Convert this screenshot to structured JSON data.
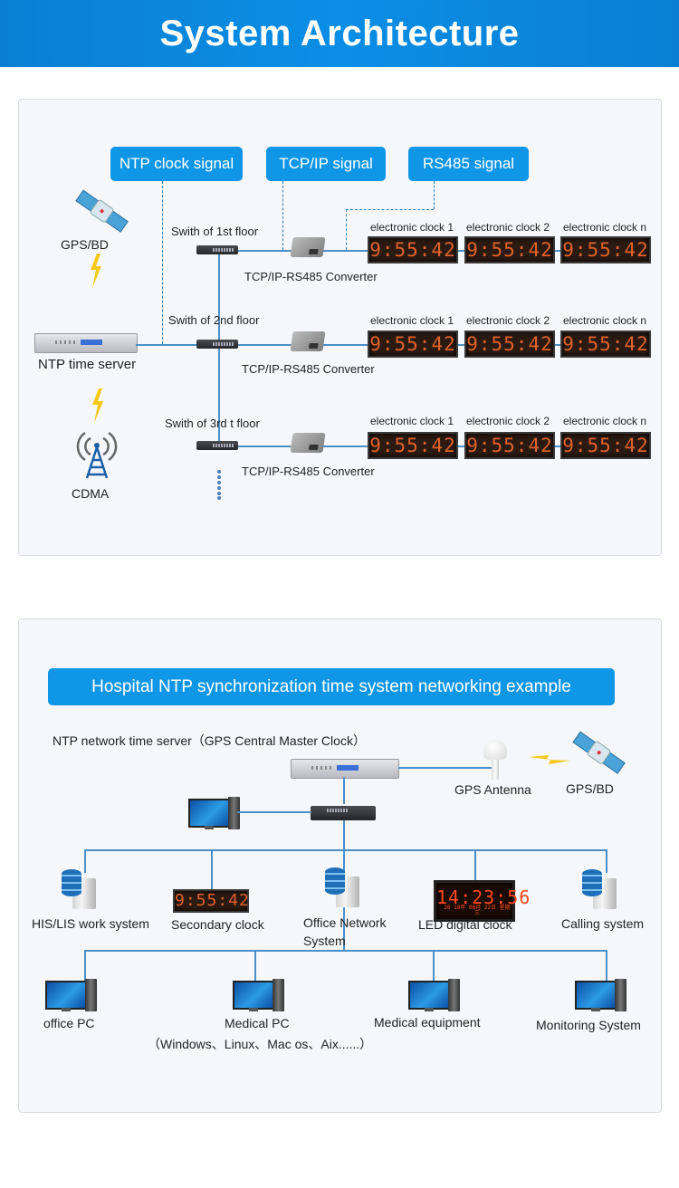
{
  "header": {
    "title": "System Architecture"
  },
  "architecture": {
    "signal_tags": [
      "NTP clock signal",
      "TCP/IP signal",
      "RS485 signal"
    ],
    "satellite_label": "GPS/BD",
    "server_label": "NTP time server",
    "cdma_label": "CDMA",
    "floors": [
      {
        "switch_label": "Swith of 1st floor",
        "converter_label": "TCP/IP-RS485 Converter",
        "clocks": [
          {
            "label": "electronic clock 1",
            "time": "9:55:42"
          },
          {
            "label": "electronic clock 2",
            "time": "9:55:42"
          },
          {
            "label": "electronic clock n",
            "time": "9:55:42"
          }
        ]
      },
      {
        "switch_label": "Swith of 2nd floor",
        "converter_label": "TCP/IP-RS485 Converter",
        "clocks": [
          {
            "label": "electronic clock 1",
            "time": "9:55:42"
          },
          {
            "label": "electronic clock 2",
            "time": "9:55:42"
          },
          {
            "label": "electronic clock n",
            "time": "9:55:42"
          }
        ]
      },
      {
        "switch_label": "Swith of 3rd  t floor",
        "converter_label": "TCP/IP-RS485 Converter",
        "clocks": [
          {
            "label": "electronic clock 1",
            "time": "9:55:42"
          },
          {
            "label": "electronic clock 2",
            "time": "9:55:42"
          },
          {
            "label": "electronic clock n",
            "time": "9:55:42"
          }
        ]
      }
    ]
  },
  "hospital": {
    "title": "Hospital NTP synchronization time system networking example",
    "server_label": "NTP network time server（GPS Central Master Clock）",
    "antenna_label": "GPS Antenna",
    "satellite_label": "GPS/BD",
    "row1": [
      {
        "label": "HIS/LIS work system"
      },
      {
        "label": "Secondary clock",
        "time": "9:55:42"
      },
      {
        "label": "Office Network System"
      },
      {
        "label": "LED digital clock",
        "time": "14:23:56",
        "sub": "20 18年 08月 22日   星期 三"
      },
      {
        "label": "Calling system"
      }
    ],
    "row2": [
      {
        "label": "office PC"
      },
      {
        "label": "Medical PC",
        "sub": "（Windows、Linux、Mac os、Aix......）"
      },
      {
        "label": "Medical equipment"
      },
      {
        "label": "Monitoring System"
      }
    ]
  },
  "colors": {
    "accent": "#1096e6",
    "banner": "#0b8ee6",
    "line": "#4a90c8",
    "led": "#e0612a"
  }
}
